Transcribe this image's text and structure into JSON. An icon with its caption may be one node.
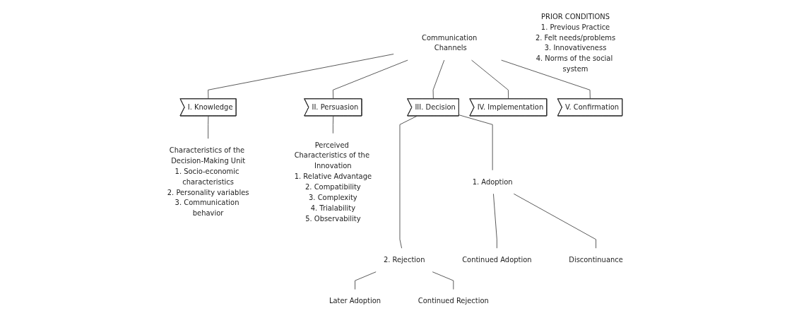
{
  "diagram": {
    "nodes": [
      {
        "text": [
          "Communication Channels"
        ]
      },
      {
        "text": [
          "PRIOR CONDITIONS",
          "1. Previous Practice",
          "2. Felt needs/problems",
          "3. Innovativeness",
          "4. Norms of the social system"
        ]
      },
      {
        "text": [
          "I. Knowledge"
        ]
      },
      {
        "text": [
          "II. Persuasion"
        ]
      },
      {
        "text": [
          "III. Decision"
        ]
      },
      {
        "text": [
          "IV. Implementation"
        ]
      },
      {
        "text": [
          "V. Confirmation"
        ]
      },
      {
        "text": [
          "Characteristics of the Decision-Making Unit",
          "1. Socio-economic characteristics",
          "2. Personality variables",
          "3. Communication behavior"
        ]
      },
      {
        "text": [
          "Perceived Characteristics of the Innovation",
          "1. Relative Advantage",
          "2. Compatibility",
          "3. Complexity",
          "4. Trialability",
          "5. Observability"
        ]
      },
      {
        "text": [
          "1. Adoption"
        ]
      },
      {
        "text": [
          "2. Rejection"
        ]
      },
      {
        "text": [
          "Continued Adoption"
        ]
      },
      {
        "text": [
          "Later Adoption"
        ]
      },
      {
        "text": [
          "Discontinuance"
        ]
      },
      {
        "text": [
          "Continued Rejection"
        ]
      }
    ],
    "edges": [
      {
        "from": 0,
        "to": 2,
        "arrow": "none"
      },
      {
        "from": 0,
        "to": 3,
        "arrow": "none"
      },
      {
        "from": 0,
        "to": 4,
        "arrow": "none"
      },
      {
        "from": 0,
        "to": 5,
        "arrow": "none"
      },
      {
        "from": 0,
        "to": 6,
        "arrow": "none"
      },
      {
        "from": 2,
        "to": 7,
        "arrow": "none"
      },
      {
        "from": 3,
        "to": 8,
        "arrow": "none"
      },
      {
        "from": 4,
        "to": 9,
        "arrow": "none"
      },
      {
        "from": 4,
        "to": 10,
        "arrow": "none"
      },
      {
        "from": 9,
        "to": 11,
        "arrow": "none"
      },
      {
        "from": 9,
        "to": 13,
        "arrow": "none"
      },
      {
        "from": 10,
        "to": 12,
        "arrow": "none"
      },
      {
        "from": 10,
        "to": 14,
        "arrow": "none"
      }
    ]
  }
}
